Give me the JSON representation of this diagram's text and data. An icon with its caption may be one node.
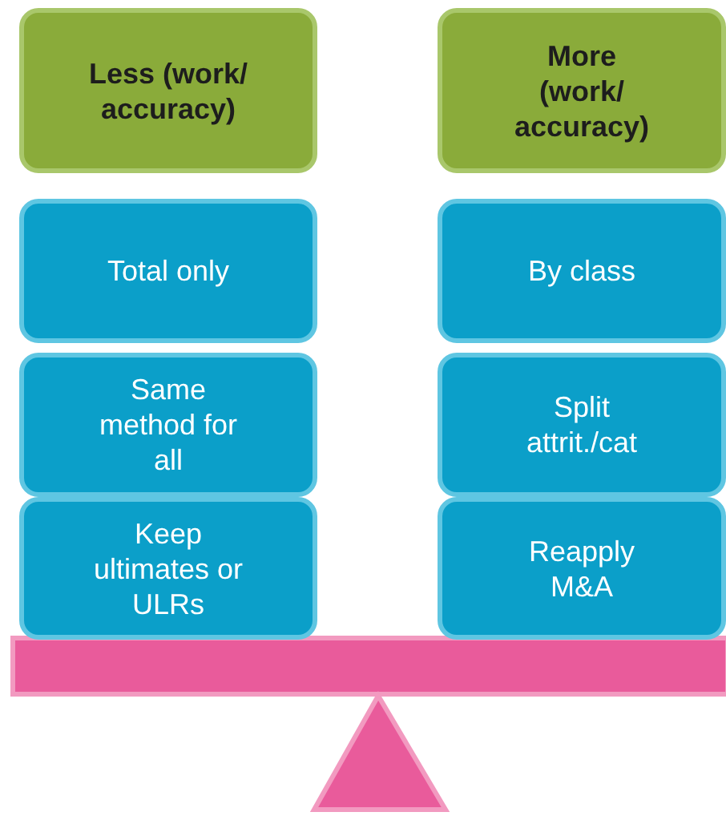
{
  "diagram": {
    "nodes": [
      {
        "text": [
          "Less (work/ accuracy)"
        ]
      },
      {
        "text": [
          "More (work/ accuracy)"
        ]
      },
      {
        "text": [
          "Total only"
        ]
      },
      {
        "text": [
          "By class"
        ]
      },
      {
        "text": [
          "Same method for all"
        ]
      },
      {
        "text": [
          "Split attrit./cat"
        ]
      },
      {
        "text": [
          "Keep ultimates or ULRs"
        ]
      },
      {
        "text": [
          "Reapply M&A"
        ]
      }
    ]
  }
}
